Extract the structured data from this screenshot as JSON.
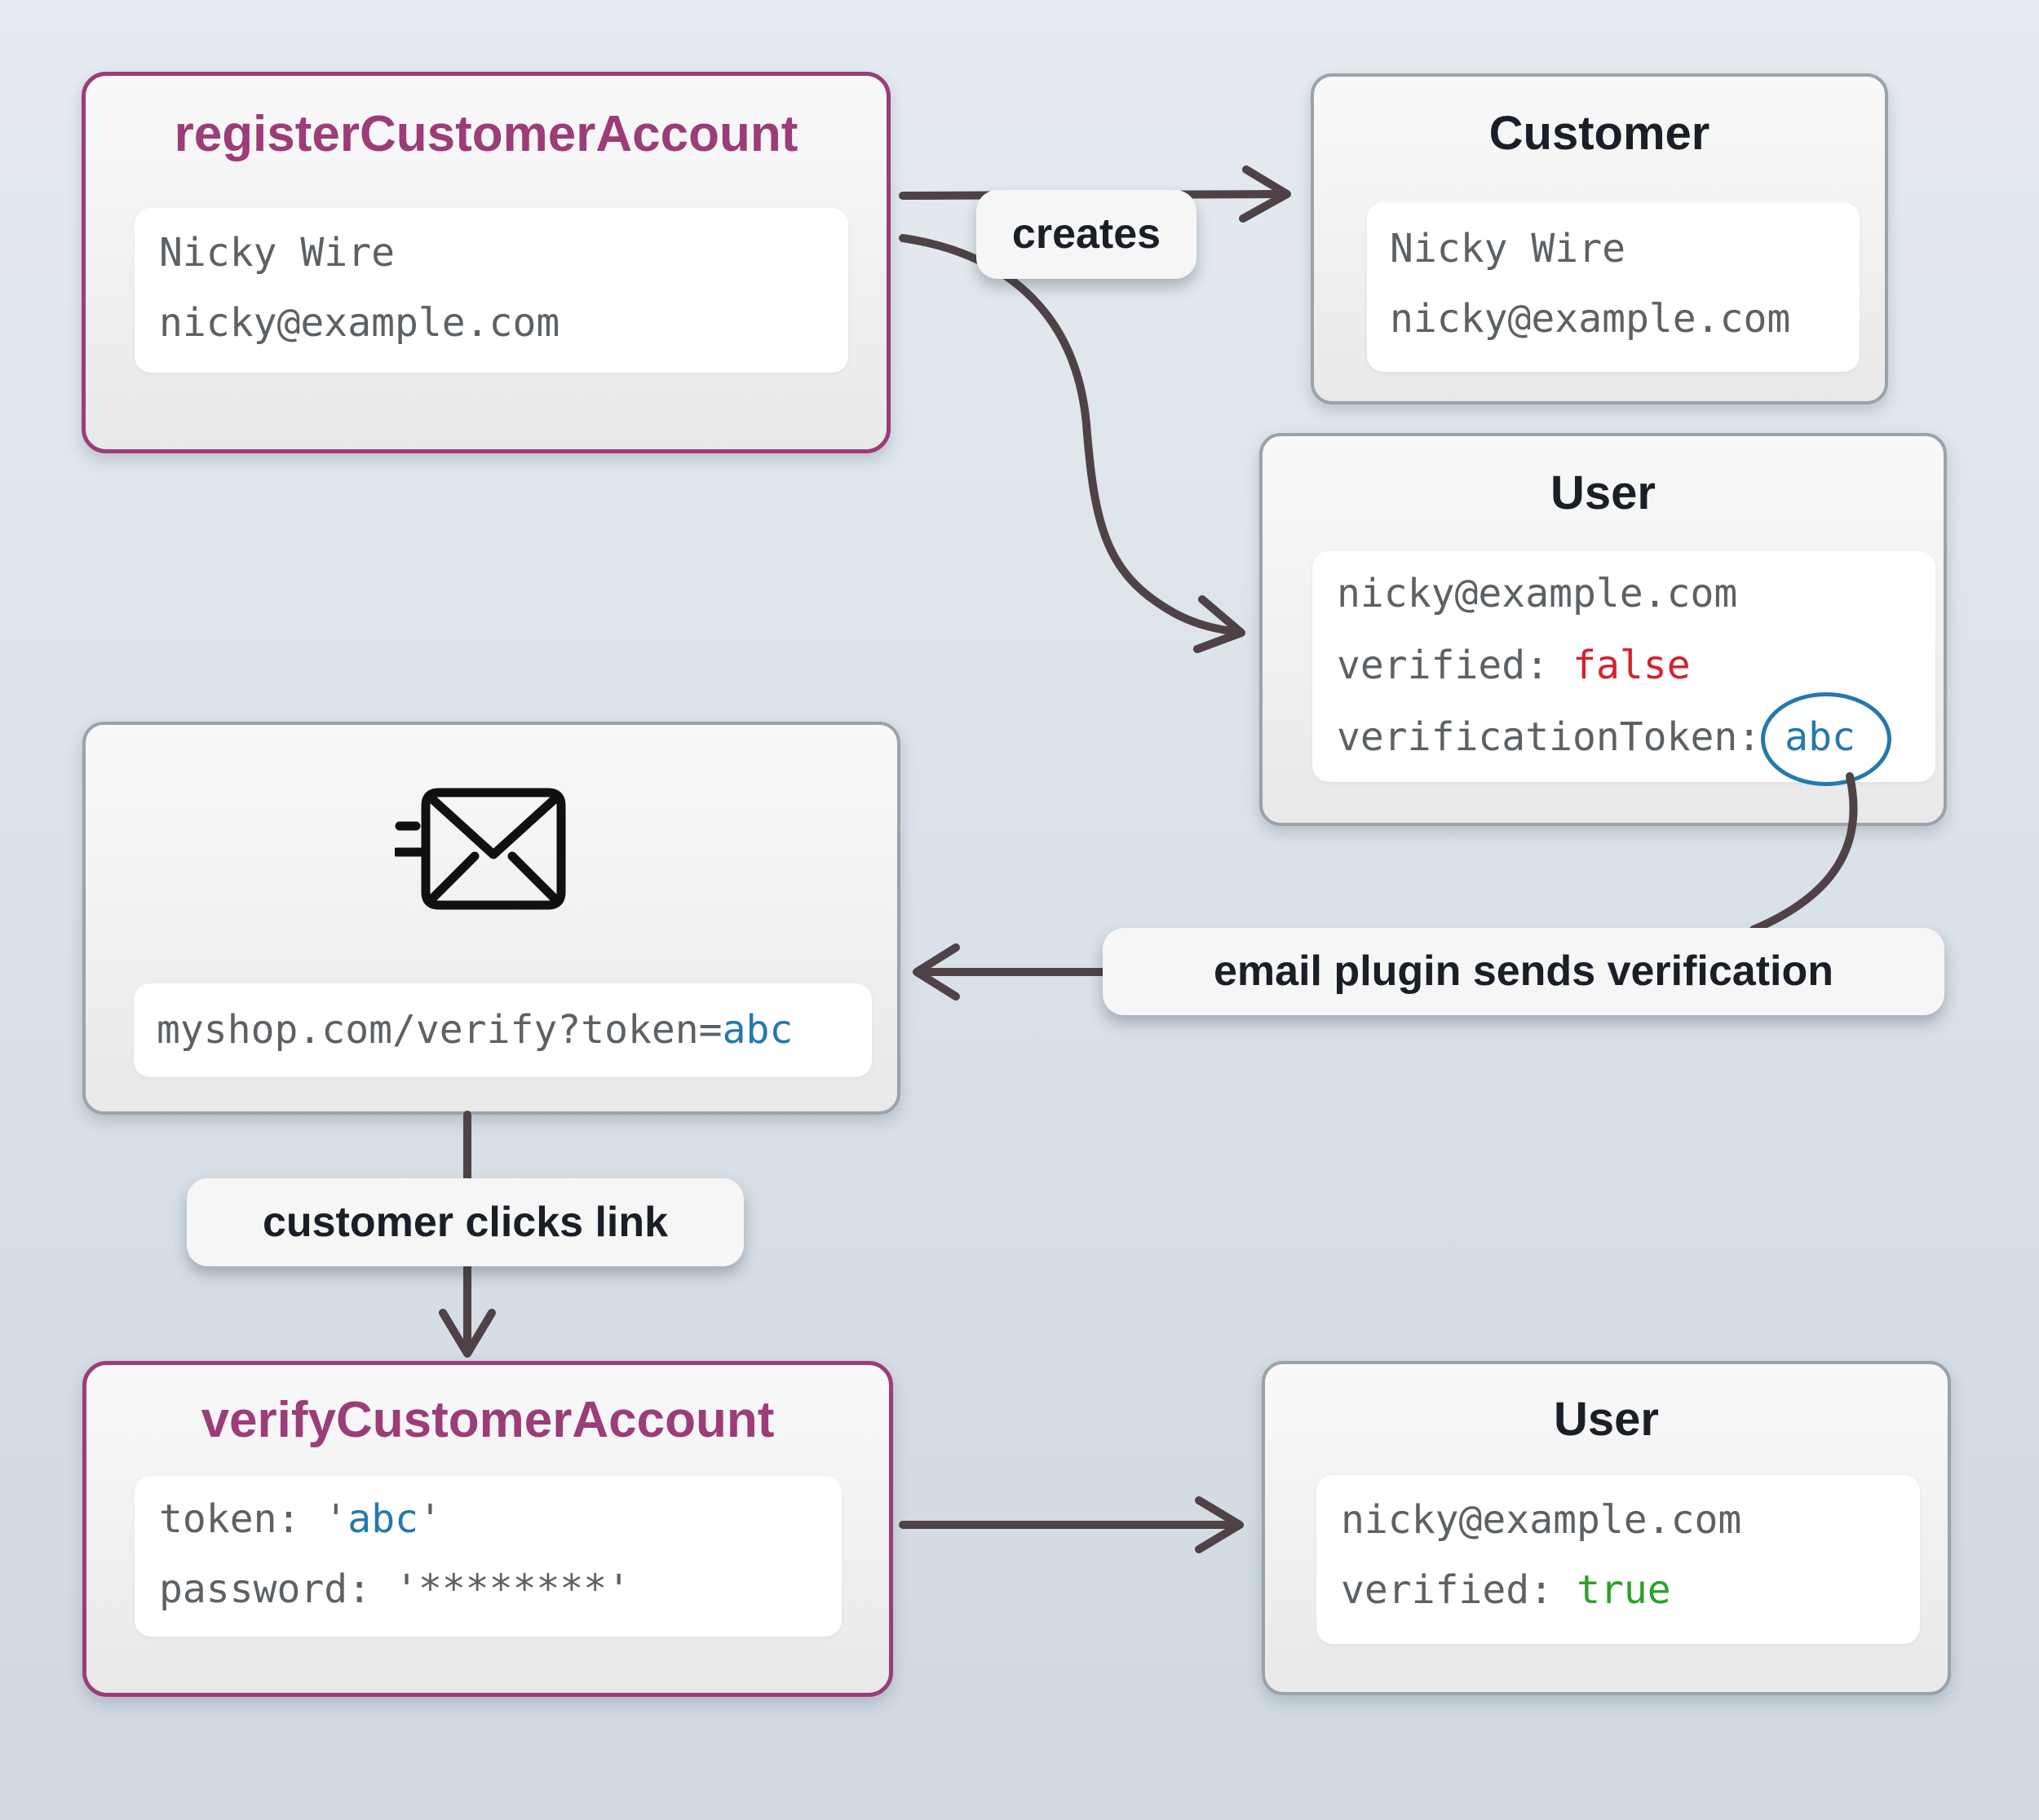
{
  "colors": {
    "accent_purple": "#9c3c78",
    "box_border_gray": "#9aa3aa",
    "mono_gray": "#5c6165",
    "title_dark": "#1a1f27",
    "value_red": "#d5202c",
    "value_green": "#2da02a",
    "value_blue": "#2478ae",
    "arrow": "#4e4246"
  },
  "nodes": {
    "register": {
      "title": "registerCustomerAccount",
      "line1": "Nicky Wire",
      "line2": "nicky@example.com"
    },
    "customer": {
      "title": "Customer",
      "line1": "Nicky Wire",
      "line2": "nicky@example.com"
    },
    "user_unverified": {
      "title": "User",
      "email": "nicky@example.com",
      "verified_label": "verified:",
      "verified_value": "false",
      "token_label": "verificationToken:",
      "token_value": "abc"
    },
    "email_message": {
      "url_prefix": "myshop.com/verify?token=",
      "url_token": "abc"
    },
    "verify": {
      "title": "verifyCustomerAccount",
      "token_label": "token:",
      "quote": "'",
      "token_value": "abc",
      "password_label": "password:",
      "password_value": "********"
    },
    "user_verified": {
      "title": "User",
      "email": "nicky@example.com",
      "verified_label": "verified:",
      "verified_value": "true"
    }
  },
  "edge_labels": {
    "creates": "creates",
    "email_plugin": "email plugin sends verification",
    "customer_clicks": "customer clicks link"
  }
}
